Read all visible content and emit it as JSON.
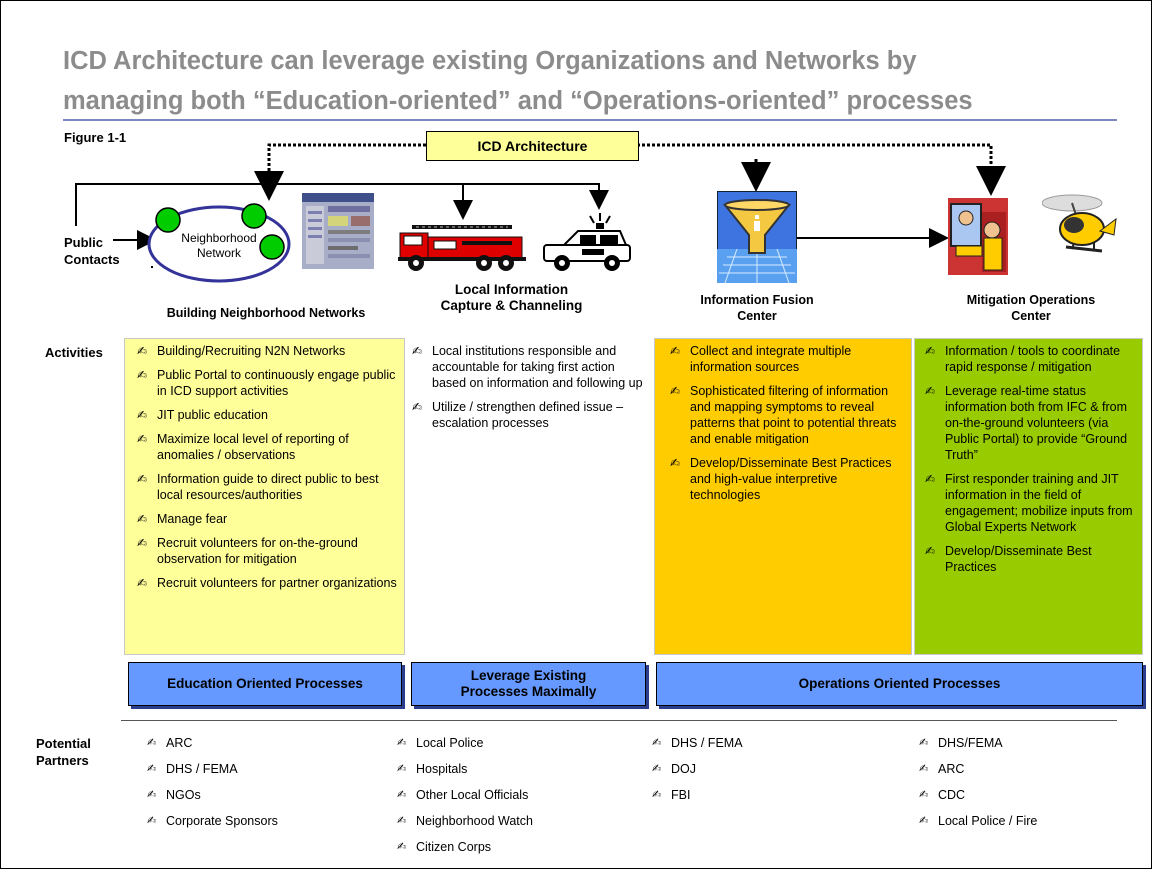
{
  "title_line1": "ICD Architecture can leverage existing Organizations and Networks by",
  "title_line2": "managing both “Education-oriented” and “Operations-oriented” processes",
  "figure_label": "Figure 1-1",
  "architecture_label": "ICD Architecture",
  "public_contacts": [
    "Public",
    "Contacts"
  ],
  "neighborhood_network": [
    "Neighborhood",
    "Network"
  ],
  "stage_labels": {
    "building": "Building Neighborhood Networks",
    "local": [
      "Local Information",
      "Capture & Channeling"
    ],
    "fusion": [
      "Information Fusion",
      "Center"
    ],
    "mitigation": [
      "Mitigation Operations",
      "Center"
    ]
  },
  "activities_label": "Activities",
  "bullet_glyph": "✍",
  "columns": {
    "education": [
      "Building/Recruiting N2N Networks",
      "Public Portal to continuously engage public in ICD support activities",
      "JIT public education",
      "Maximize local level of reporting of anomalies / observations",
      "Information guide to direct public to best local resources/authorities",
      "Manage fear",
      "Recruit volunteers for on-the-ground observation for mitigation",
      "Recruit volunteers for partner organizations"
    ],
    "local": [
      "Local institutions responsible and accountable for taking first action based on information and following up",
      "Utilize / strengthen defined issue – escalation processes"
    ],
    "fusion": [
      "Collect and integrate multiple information sources",
      "Sophisticated filtering of information and mapping symptoms to reveal patterns that point to potential threats and enable mitigation",
      "Develop/Disseminate Best Practices and high-value interpretive technologies"
    ],
    "mitigation": [
      "Information / tools to coordinate rapid response / mitigation",
      "Leverage real-time status information both from IFC & from on-the-ground volunteers (via Public Portal) to provide “Ground Truth”",
      "First responder training and JIT information in the field of engagement; mobilize inputs from Global Experts Network",
      "Develop/Disseminate Best Practices"
    ]
  },
  "process_boxes": {
    "education": "Education Oriented Processes",
    "leverage": [
      "Leverage Existing",
      "Processes Maximally"
    ],
    "operations": "Operations Oriented Processes"
  },
  "partners_label": [
    "Potential",
    "Partners"
  ],
  "partners": {
    "education": [
      "ARC",
      "DHS / FEMA",
      "NGOs",
      "Corporate Sponsors"
    ],
    "local": [
      "Local Police",
      "Hospitals",
      "Other Local Officials",
      "Neighborhood Watch",
      "Citizen Corps"
    ],
    "fusion": [
      "DHS / FEMA",
      "DOJ",
      "FBI"
    ],
    "mitigation": [
      "DHS/FEMA",
      "ARC",
      "CDC",
      "Local Police / Fire"
    ]
  },
  "colors": {
    "title": "#8c8c8c",
    "architecture_box": "#ffff99",
    "education_column": "#ffff99",
    "fusion_column": "#ffcc00",
    "mitigation_column": "#99cc00",
    "process_box": "#6699ff",
    "network_node": "#00cc00",
    "network_ring": "#333399"
  },
  "icons": [
    "neighborhood-network-diagram",
    "portal-screenshot-icon",
    "fire-truck-icon",
    "police-car-icon",
    "funnel-icon",
    "responder-icon",
    "helicopter-icon"
  ]
}
